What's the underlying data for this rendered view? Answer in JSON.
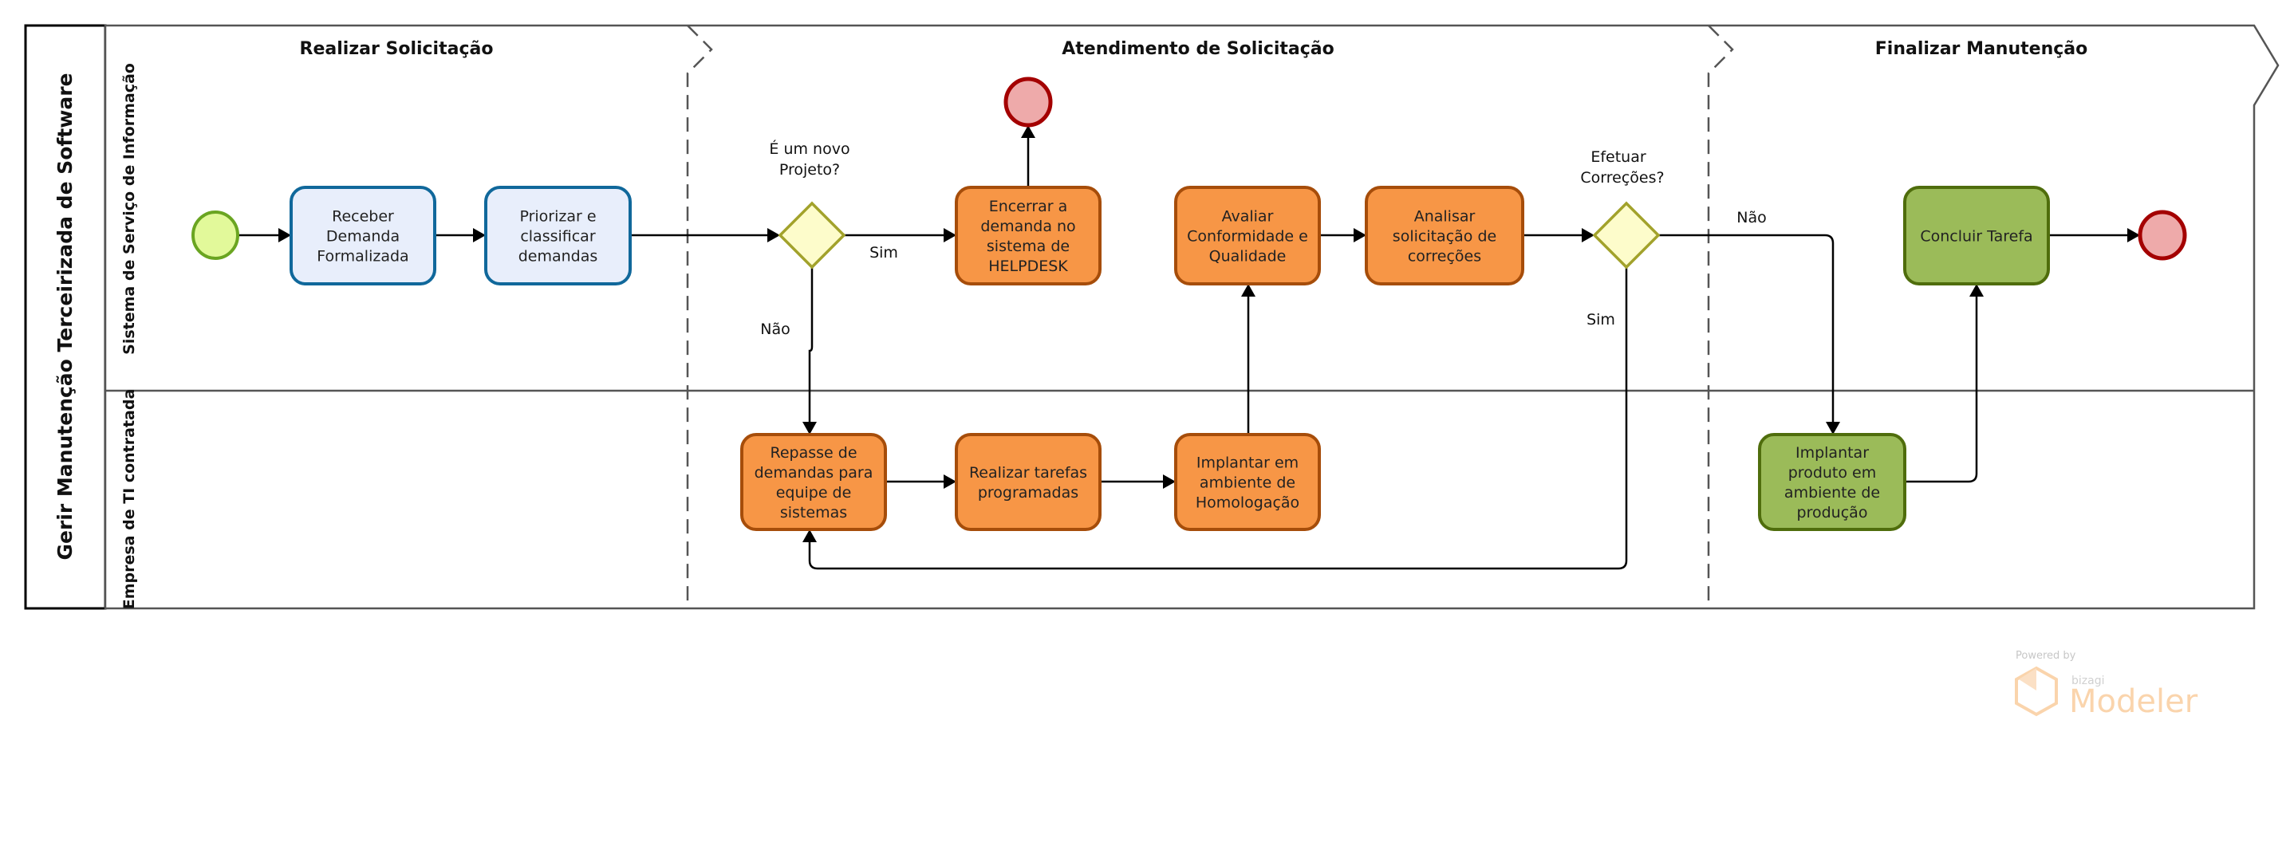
{
  "pool": {
    "title": "Gerir Manutenção Terceirizada de Software"
  },
  "lanes": [
    {
      "title": "Sistema de Serviço de Informação"
    },
    {
      "title": "Empresa de TI contratada"
    }
  ],
  "phases": [
    {
      "title": "Realizar Solicitação"
    },
    {
      "title": "Atendimento de Solicitação"
    },
    {
      "title": "Finalizar Manutenção"
    }
  ],
  "colors": {
    "start_fill": "#e2f99a",
    "start_stroke": "#6aa521",
    "end_fill": "#eeaaaa",
    "end_stroke": "#a40000",
    "blue_task_fill": "#e8eefb",
    "blue_task_stroke": "#10689b",
    "orange_task_fill": "#f79646",
    "orange_task_stroke": "#a64d0a",
    "green_task_fill": "#9bbb59",
    "green_task_stroke": "#4f6d0c",
    "gateway_fill": "#fdfccb",
    "gateway_stroke": "#a2a22b"
  },
  "tasks": [
    {
      "id": "receber",
      "lines": [
        "Receber",
        "Demanda",
        "Formalizada"
      ]
    },
    {
      "id": "priorizar",
      "lines": [
        "Priorizar e",
        "classificar",
        "demandas"
      ]
    },
    {
      "id": "encerrar",
      "lines": [
        "Encerrar a",
        "demanda no",
        "sistema de",
        "HELPDESK"
      ]
    },
    {
      "id": "avaliar",
      "lines": [
        "Avaliar",
        "Conformidade e",
        "Qualidade"
      ]
    },
    {
      "id": "analisar",
      "lines": [
        "Analisar",
        "solicitação de",
        "correções"
      ]
    },
    {
      "id": "repasse",
      "lines": [
        "Repasse de",
        "demandas para",
        "equipe de",
        "sistemas"
      ]
    },
    {
      "id": "realizar",
      "lines": [
        "Realizar tarefas",
        "programadas"
      ]
    },
    {
      "id": "homolog",
      "lines": [
        "Implantar em",
        "ambiente de",
        "Homologação"
      ]
    },
    {
      "id": "producao",
      "lines": [
        "Implantar",
        "produto em",
        "ambiente de",
        "produção"
      ]
    },
    {
      "id": "concluir",
      "lines": [
        "Concluir Tarefa"
      ]
    }
  ],
  "gateways": [
    {
      "id": "novo-projeto",
      "lines": [
        "É um novo",
        "Projeto?"
      ]
    },
    {
      "id": "efetuar-correcoes",
      "lines": [
        "Efetuar",
        "Correções?"
      ]
    }
  ],
  "flow_labels": {
    "g1_sim": "Sim",
    "g1_nao": "Não",
    "g2_sim": "Sim",
    "g2_nao": "Não"
  },
  "watermark": {
    "powered": "Powered by",
    "brand": "bizagi",
    "product": "Modeler"
  }
}
